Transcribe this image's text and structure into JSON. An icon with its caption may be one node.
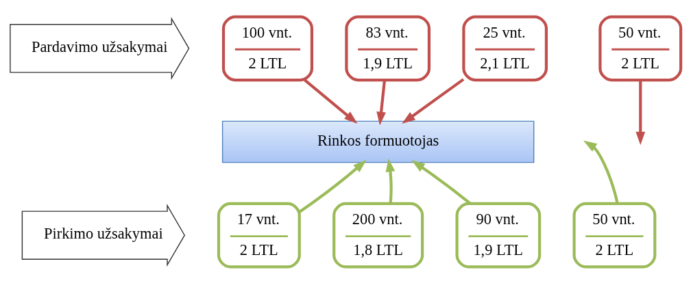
{
  "diagram": {
    "nodes": [
      {
        "text": [
          "Pardavimo užsakymai"
        ]
      },
      {
        "text": [
          "100 vnt.",
          "2 LTL"
        ]
      },
      {
        "text": [
          "83 vnt.",
          "1,9 LTL"
        ]
      },
      {
        "text": [
          "25 vnt.",
          "2,1 LTL"
        ]
      },
      {
        "text": [
          "50 vnt.",
          "2 LTL"
        ]
      },
      {
        "text": [
          "Rinkos formuotojas"
        ]
      },
      {
        "text": [
          "Pirkimo užsakymai"
        ]
      },
      {
        "text": [
          "17 vnt.",
          "2 LTL"
        ]
      },
      {
        "text": [
          "200 vnt.",
          "1,8 LTL"
        ]
      },
      {
        "text": [
          "90 vnt.",
          "1,9 LTL"
        ]
      },
      {
        "text": [
          "50 vnt.",
          "2 LTL"
        ]
      }
    ],
    "edges": [
      {
        "from": 1,
        "to": 5,
        "arrow": "to",
        "color": "#c0504d"
      },
      {
        "from": 2,
        "to": 5,
        "arrow": "to",
        "color": "#c0504d"
      },
      {
        "from": 3,
        "to": 5,
        "arrow": "to",
        "color": "#c0504d"
      },
      {
        "from": 4,
        "to": null,
        "arrow": "to",
        "color": "#c0504d"
      },
      {
        "from": 7,
        "to": 5,
        "arrow": "to",
        "color": "#9bbb59"
      },
      {
        "from": 8,
        "to": 5,
        "arrow": "to",
        "color": "#9bbb59"
      },
      {
        "from": 9,
        "to": 5,
        "arrow": "to",
        "color": "#9bbb59"
      },
      {
        "from": 10,
        "to": null,
        "arrow": "to",
        "color": "#9bbb59"
      }
    ]
  }
}
